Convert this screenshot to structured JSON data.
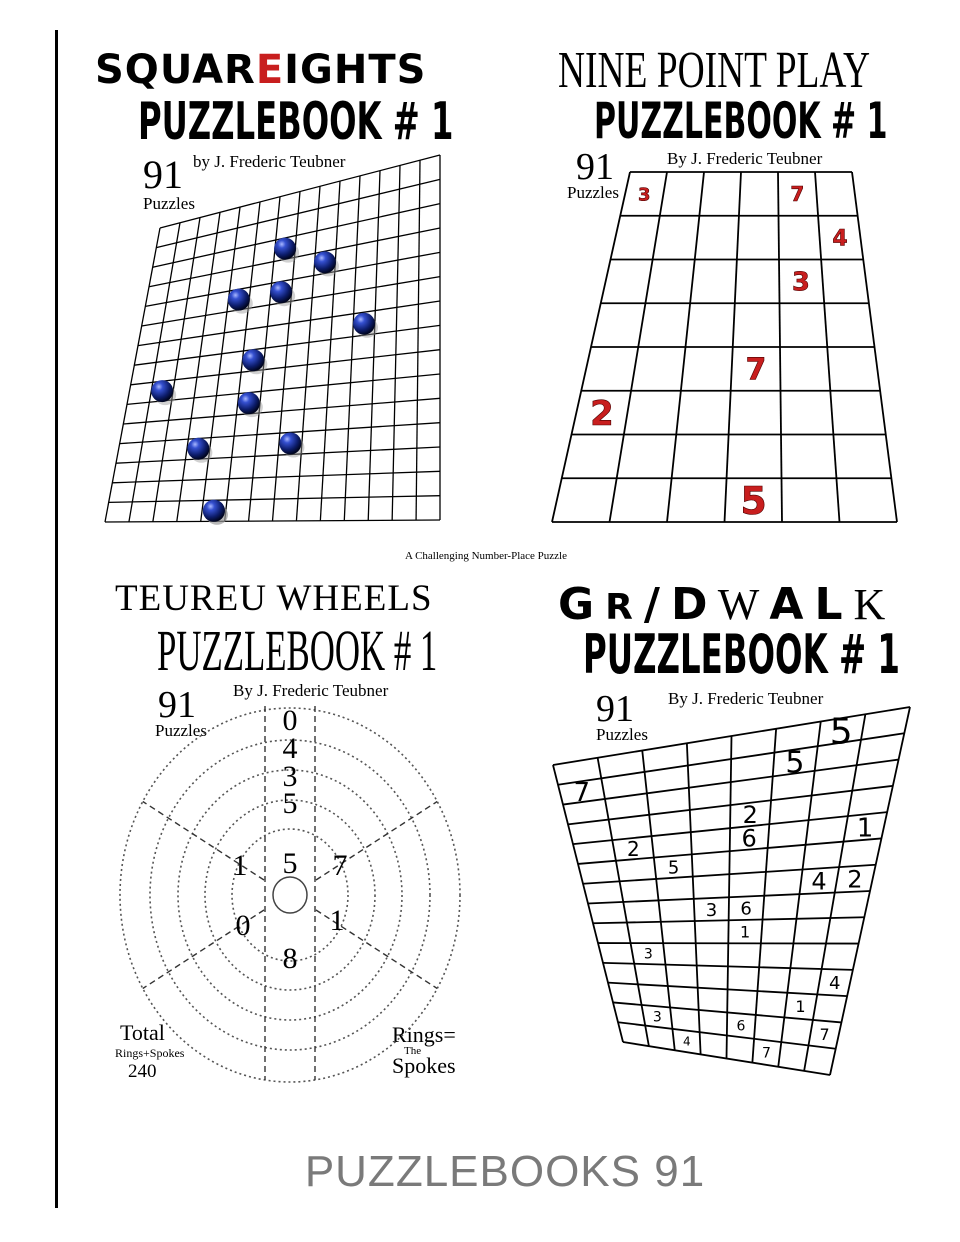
{
  "books": [
    {
      "title_parts": [
        "SQUAR",
        "E",
        "IGHTS"
      ],
      "subtitle": "PUZZLEBOOK # 1",
      "count": "91",
      "count_label": "Puzzles",
      "author": "by J. Frederic Teubner"
    },
    {
      "title": "NINE POINT PLAY",
      "subtitle": "PUZZLEBOOK # 1",
      "count": "91",
      "count_label": "Puzzles",
      "author": "By J. Frederic Teubner",
      "grid_numbers": [
        "3",
        "7",
        "4",
        "3",
        "7",
        "2",
        "5"
      ]
    },
    {
      "title": "TEUREU WHEELS",
      "subtitle": "PUZZLEBOOK # 1",
      "count": "91",
      "count_label": "Puzzles",
      "author": "By J. Frederic Teubner",
      "wheel_numbers": [
        "0",
        "4",
        "3",
        "5",
        "1",
        "5",
        "7",
        "0",
        "1",
        "8"
      ],
      "total_label": "Total",
      "total_sub": "Rings+Spokes",
      "total_value": "240",
      "rings_label": "Rings=",
      "rings_the": "The",
      "rings_spokes": "Spokes"
    },
    {
      "title_parts": [
        "G",
        "R",
        "/",
        "D",
        "W",
        "A",
        "L",
        "K"
      ],
      "subtitle": "PUZZLEBOOK # 1",
      "count": "91",
      "count_label": "Puzzles",
      "author": "By J. Frederic Teubner",
      "grid_numbers": [
        "5",
        "7",
        "5",
        "2",
        "2",
        "6",
        "1",
        "5",
        "4",
        "2",
        "3",
        "6",
        "1",
        "3",
        "4",
        "1",
        "6",
        "7",
        "3",
        "4",
        "7"
      ]
    }
  ],
  "caption": "A Challenging Number-Place Puzzle",
  "footer": "PUZZLEBOOKS 91",
  "colors": {
    "marble": "#1c2f8c",
    "red_digit": "#c81e1e",
    "footer": "#7a7a7a"
  }
}
